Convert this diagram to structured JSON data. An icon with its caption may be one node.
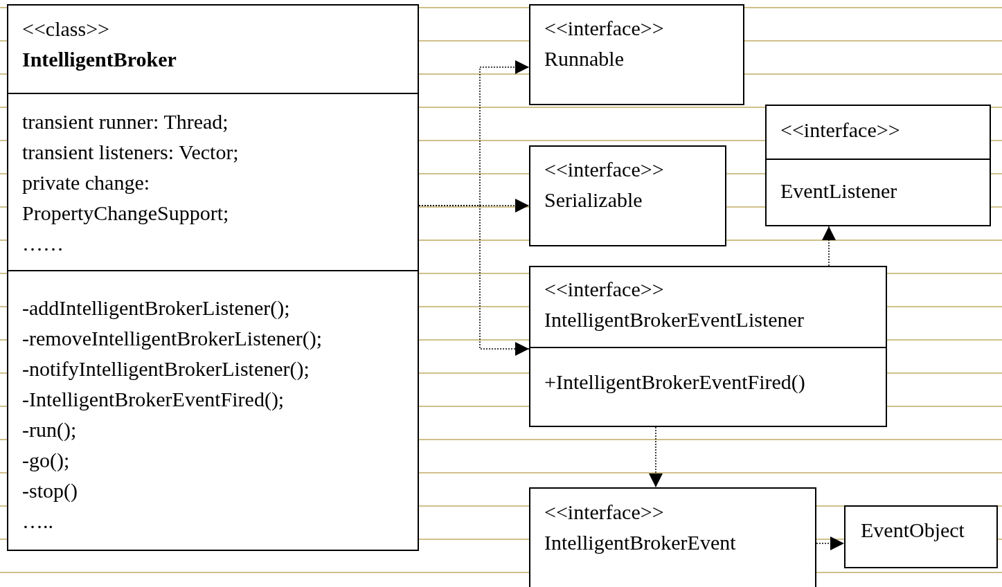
{
  "diagram": {
    "nodes": [
      {
        "text": [
          "<<class>>",
          "IntelligentBroker",
          "transient runner: Thread;",
          "transient listeners: Vector;",
          "private change: PropertyChangeSupport;",
          "……",
          "-addIntelligentBrokerListener();",
          "-removeIntelligentBrokerListener();",
          "-notifyIntelligentBrokerListener();",
          "-IntelligentBrokerEventFired();",
          "-run();",
          "-go();",
          "-stop()",
          "….."
        ]
      },
      {
        "text": [
          "<<interface>>",
          "Runnable"
        ]
      },
      {
        "text": [
          "<<interface>>",
          "Serializable"
        ]
      },
      {
        "text": [
          "<<interface>>",
          "EventListener"
        ]
      },
      {
        "text": [
          "<<interface>>",
          "IntelligentBrokerEventListener",
          "+IntelligentBrokerEventFired()"
        ]
      },
      {
        "text": [
          "<<interface>>",
          "IntelligentBrokerEvent"
        ]
      },
      {
        "text": [
          "EventObject"
        ]
      }
    ],
    "edges": [
      {
        "from": 0,
        "to": 1,
        "arrow": "to"
      },
      {
        "from": 0,
        "to": 2,
        "arrow": "to"
      },
      {
        "from": 0,
        "to": 4,
        "arrow": "to"
      },
      {
        "from": 4,
        "to": 3,
        "arrow": "to"
      },
      {
        "from": 4,
        "to": 5,
        "arrow": "to"
      },
      {
        "from": 5,
        "to": 6,
        "arrow": "to"
      }
    ]
  }
}
